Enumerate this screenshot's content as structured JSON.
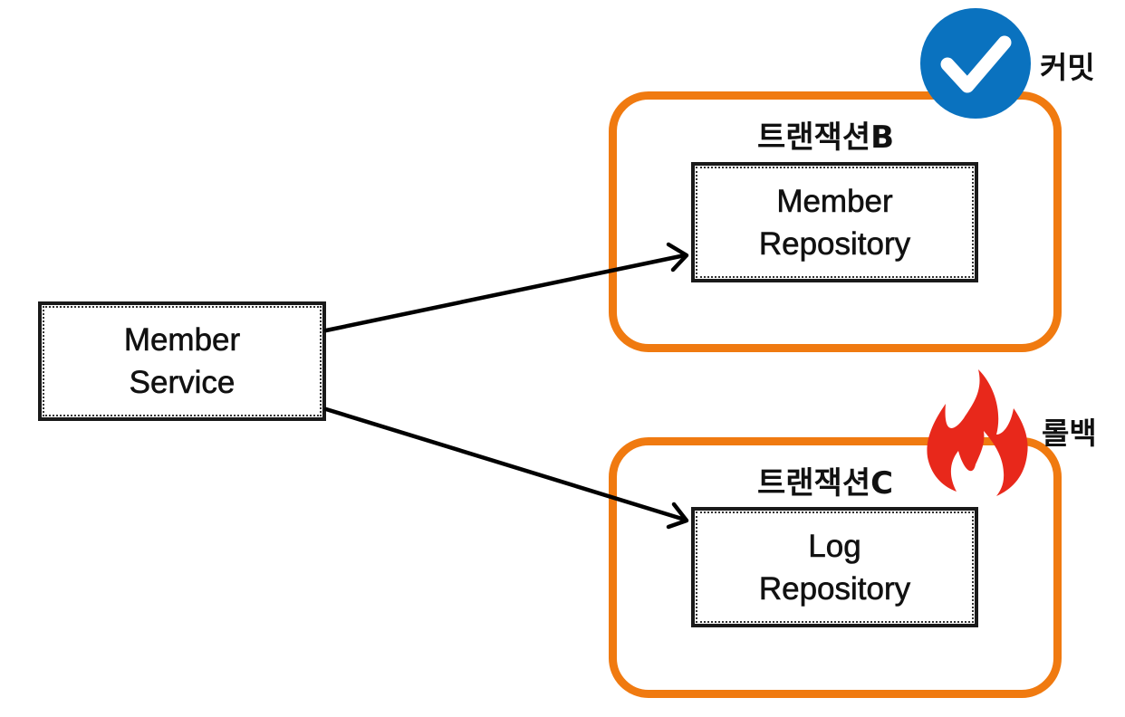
{
  "diagram": {
    "nodes": {
      "member_service": {
        "line1": "Member",
        "line2": "Service"
      },
      "member_repository": {
        "line1": "Member",
        "line2": "Repository"
      },
      "log_repository": {
        "line1": "Log",
        "line2": "Repository"
      }
    },
    "transactions": {
      "b": {
        "label": "트랜잭션B",
        "status_label": "커밋",
        "status_icon": "check-circle-icon",
        "status_color": "#0a72bf"
      },
      "c": {
        "label": "트랜잭션C",
        "status_label": "롤백",
        "status_icon": "fire-icon",
        "status_color": "#e8281b"
      }
    },
    "colors": {
      "transaction_border": "#f07a10",
      "node_border": "#1a1a1a",
      "arrow": "#000000"
    }
  }
}
